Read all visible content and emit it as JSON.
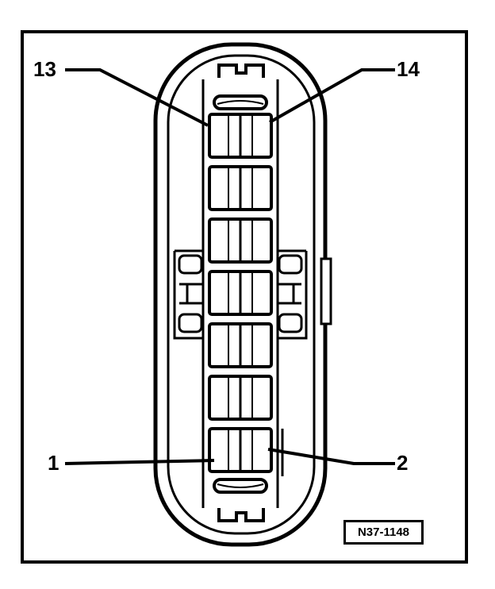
{
  "pin_labels": {
    "top_left": "13",
    "top_right": "14",
    "bottom_left": "1",
    "bottom_right": "2"
  },
  "figure_reference": "N37-1148",
  "colors": {
    "line": "#000000",
    "background": "#ffffff"
  },
  "icons": {
    "connector": "connector-housing-icon"
  }
}
